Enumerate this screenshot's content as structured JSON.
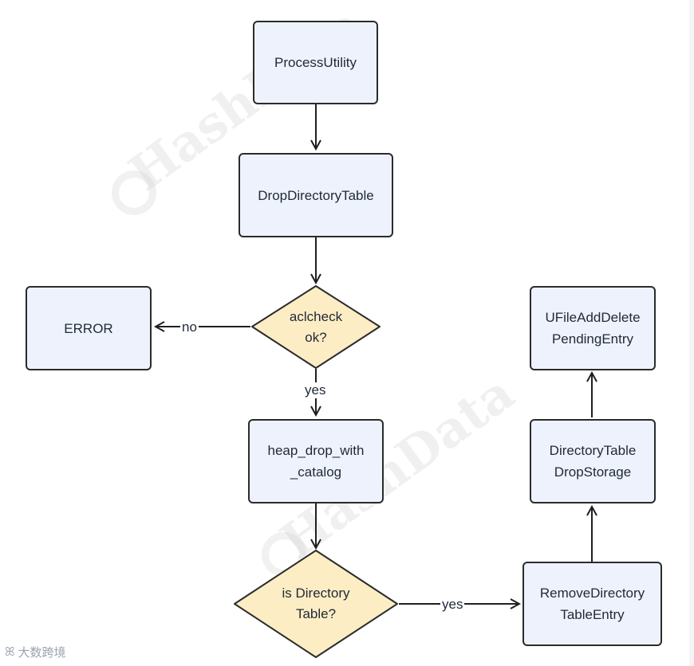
{
  "diagram": {
    "nodes": {
      "process_utility": "ProcessUtility",
      "drop_directory_table": "DropDirectoryTable",
      "aclcheck": [
        "aclcheck",
        "ok?"
      ],
      "error": "ERROR",
      "heap_drop": [
        "heap_drop_with",
        "_catalog"
      ],
      "is_directory_table": [
        "is Directory",
        "Table?"
      ],
      "remove_directory_table_entry": [
        "RemoveDirectory",
        "TableEntry"
      ],
      "directory_table_drop_storage": [
        "DirectoryTable",
        "DropStorage"
      ],
      "ufile_add_delete_pending_entry": [
        "UFileAddDelete",
        "PendingEntry"
      ]
    },
    "edge_labels": {
      "aclcheck_no": "no",
      "aclcheck_yes": "yes",
      "is_directory_yes": "yes"
    }
  },
  "watermark": "HashData",
  "footer": {
    "brand": "大数跨境"
  },
  "colors": {
    "process_fill": "#eef2fc",
    "decision_fill": "#fdedc4",
    "stroke": "#2b2b2b"
  }
}
